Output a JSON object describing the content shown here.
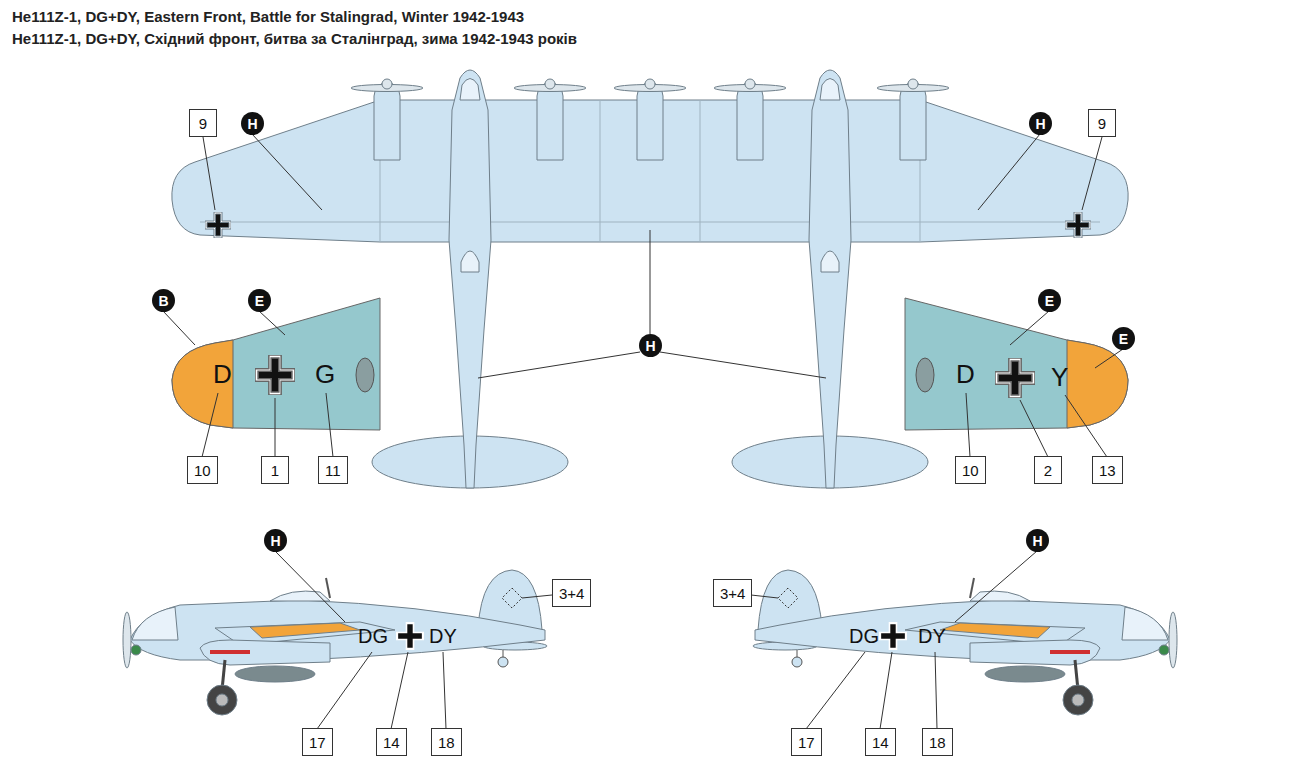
{
  "diagram": {
    "title": "He111Z-1, DG+DY, Eastern Front, Battle for Stalingrad, Winter 1942-1943",
    "nodes": [
      {
        "text": [
          "9"
        ]
      },
      {
        "text": [
          "H"
        ]
      },
      {
        "text": [
          "H"
        ]
      },
      {
        "text": [
          "9"
        ]
      },
      {
        "text": [
          "B"
        ]
      },
      {
        "text": [
          "E"
        ]
      },
      {
        "text": [
          "E"
        ]
      },
      {
        "text": [
          "E"
        ]
      },
      {
        "text": [
          "H"
        ]
      },
      {
        "text": [
          "10"
        ]
      },
      {
        "text": [
          "1"
        ]
      },
      {
        "text": [
          "11"
        ]
      },
      {
        "text": [
          "10"
        ]
      },
      {
        "text": [
          "2"
        ]
      },
      {
        "text": [
          "13"
        ]
      },
      {
        "text": [
          "H"
        ]
      },
      {
        "text": [
          "H"
        ]
      },
      {
        "text": [
          "3+4"
        ]
      },
      {
        "text": [
          "3+4"
        ]
      },
      {
        "text": [
          "17"
        ]
      },
      {
        "text": [
          "14"
        ]
      },
      {
        "text": [
          "18"
        ]
      },
      {
        "text": [
          "17"
        ]
      },
      {
        "text": [
          "14"
        ]
      },
      {
        "text": [
          "18"
        ]
      }
    ],
    "labels": [
      "He111Z-1, DG+DY, Східний фронт, битва за Сталінград, зима 1942-1943 років",
      "D",
      "G",
      "D",
      "Y",
      "DG",
      "DY",
      "DG",
      "DY"
    ]
  }
}
